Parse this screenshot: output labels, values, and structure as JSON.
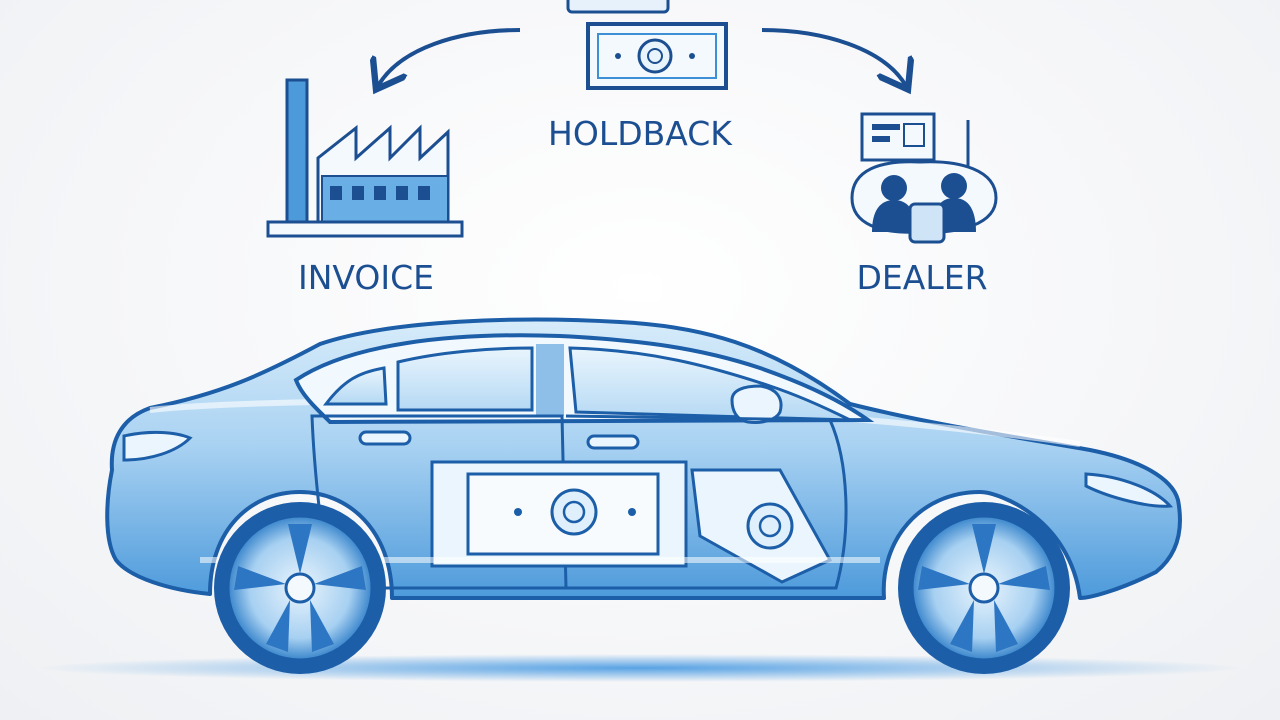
{
  "labels": {
    "holdback": "HOLDBACK",
    "invoice": "INVOICE",
    "dealer": "DEALER"
  },
  "icons": {
    "top": "money-bill-icon",
    "left": "factory-icon",
    "right": "dealer-people-icon",
    "center": "car-with-money-icon"
  },
  "colors": {
    "primary": "#1c4f92",
    "accent": "#3d8fd6",
    "light": "#bfe0f7",
    "background": "#f7f8fa"
  }
}
